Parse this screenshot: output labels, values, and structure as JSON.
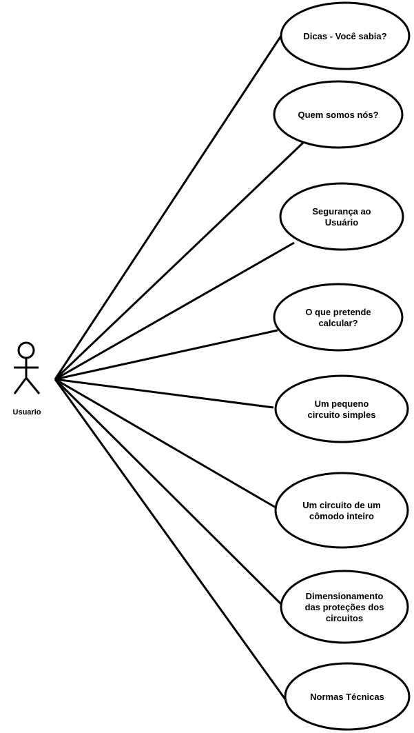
{
  "actor": {
    "label": "Usuario"
  },
  "use_cases": [
    {
      "lines": [
        "Dicas - Você sabia?"
      ]
    },
    {
      "lines": [
        "Quem somos nós?"
      ]
    },
    {
      "lines": [
        "Segurança ao",
        "Usuário"
      ]
    },
    {
      "lines": [
        "O que pretende",
        "calcular?"
      ]
    },
    {
      "lines": [
        "Um pequeno",
        "circuito simples"
      ]
    },
    {
      "lines": [
        "Um circuito de um",
        "cômodo inteiro"
      ]
    },
    {
      "lines": [
        "Dimensionamento",
        "das proteções dos",
        "circuitos"
      ]
    },
    {
      "lines": [
        "Normas Técnicas"
      ]
    }
  ],
  "colors": {
    "stroke": "#000000",
    "fill": "#ffffff"
  }
}
